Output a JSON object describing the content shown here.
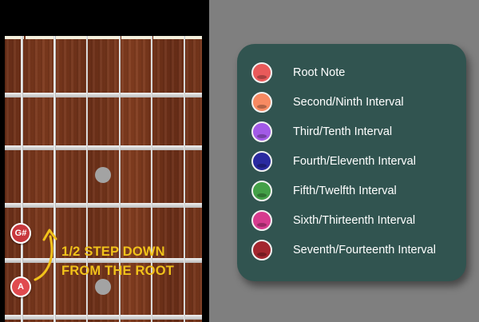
{
  "fretboard": {
    "markers": [
      {
        "label": "G#",
        "color": "#c8383d"
      },
      {
        "label": "A",
        "color": "#e04a4f"
      }
    ],
    "annotation": {
      "line1": "1/2 STEP DOWN",
      "line2": "FROM THE ROOT",
      "color": "#f1c21a"
    }
  },
  "legend": {
    "items": [
      {
        "label": "Root Note",
        "color": "#e95a5a"
      },
      {
        "label": "Second/Ninth Interval",
        "color": "#f78a62"
      },
      {
        "label": "Third/Tenth Interval",
        "color": "#a25ae6"
      },
      {
        "label": "Fourth/Eleventh Interval",
        "color": "#2a2aa0"
      },
      {
        "label": "Fifth/Twelfth Interval",
        "color": "#43a047"
      },
      {
        "label": "Sixth/Thirteenth Interval",
        "color": "#d63b8e"
      },
      {
        "label": "Seventh/Fourteenth Interval",
        "color": "#a3262e"
      }
    ]
  }
}
